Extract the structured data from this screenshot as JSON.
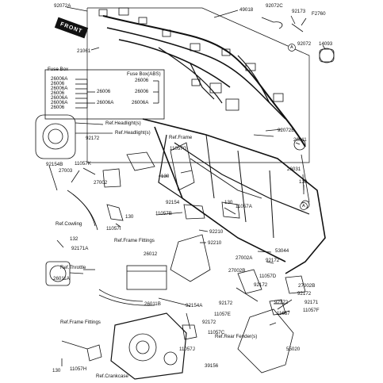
{
  "labels": {
    "l92072A": "92072A",
    "l49018": "49018",
    "l92072C": "92072C",
    "l92173": "92173",
    "lF2760": "F2760",
    "l21061": "21061",
    "l92072": "92072",
    "l14093": "14093",
    "lA1": "A",
    "l92072B": "92072B",
    "l26011": "26011",
    "l26031": "26031",
    "l130a": "130",
    "lA2": "A",
    "lRefHeadlight": "Ref.Headlight(s)",
    "lRefHeadlight2": "Ref.Headlight(s)",
    "l92172a": "92172",
    "lRefFrame": "Ref.Frame",
    "l11057G": "11057G",
    "l11057K": "11057K",
    "l92154B": "92154B",
    "l27003": "27003",
    "l27002": "27002",
    "l130b": "130",
    "l92154": "92154",
    "l11057B": "11057B",
    "l130c": "130",
    "l11057A": "11057A",
    "l130d": "130",
    "lRefCowling": "Ref.Cowling",
    "l11057I": "11057I",
    "l132": "132",
    "l92171A": "92171A",
    "lRefFrameFittings": "Ref.Frame Fittings",
    "l92210a": "92210",
    "l92210b": "92210",
    "l26012": "26012",
    "lRefThrottle": "Ref.Throttle",
    "l53044": "53044",
    "l27002A": "27002A",
    "l92172b": "92172",
    "l27002B": "27002B",
    "l11057D": "11057D",
    "l26011A": "26011A",
    "l27002Bb": "27002B",
    "l26011B": "26011B",
    "l92172c": "92172",
    "l92171": "92171",
    "l92172d": "92172",
    "l92154A": "92154A",
    "l92172e": "92172",
    "l92172f": "92172",
    "l11057F": "11057F",
    "lRefFrameFittings2": "Ref.Frame Fittings",
    "l11057E": "11057E",
    "l11057": "11057",
    "l11057C": "11057C",
    "l11057J": "11057J",
    "lRefRearFender": "Ref.Rear Fender(s)",
    "l55020": "55020",
    "l130e": "130",
    "l11057H": "11057H",
    "lRefCrankcase": "Ref.Crankcase",
    "l39156": "39156",
    "l92172g": "92172"
  },
  "front_badge": "FRONT",
  "fuse_box": {
    "title": "Fuse Box",
    "items": [
      "26006A",
      "26006",
      "26006A",
      "26006",
      "26006A",
      "26006A",
      "26006"
    ],
    "callout_a": "26006",
    "callout_b": "26006A"
  },
  "fuse_box_abs": {
    "title": "Fuse Box(ABS)",
    "items": [
      "26006",
      "26006",
      "26006A"
    ]
  }
}
